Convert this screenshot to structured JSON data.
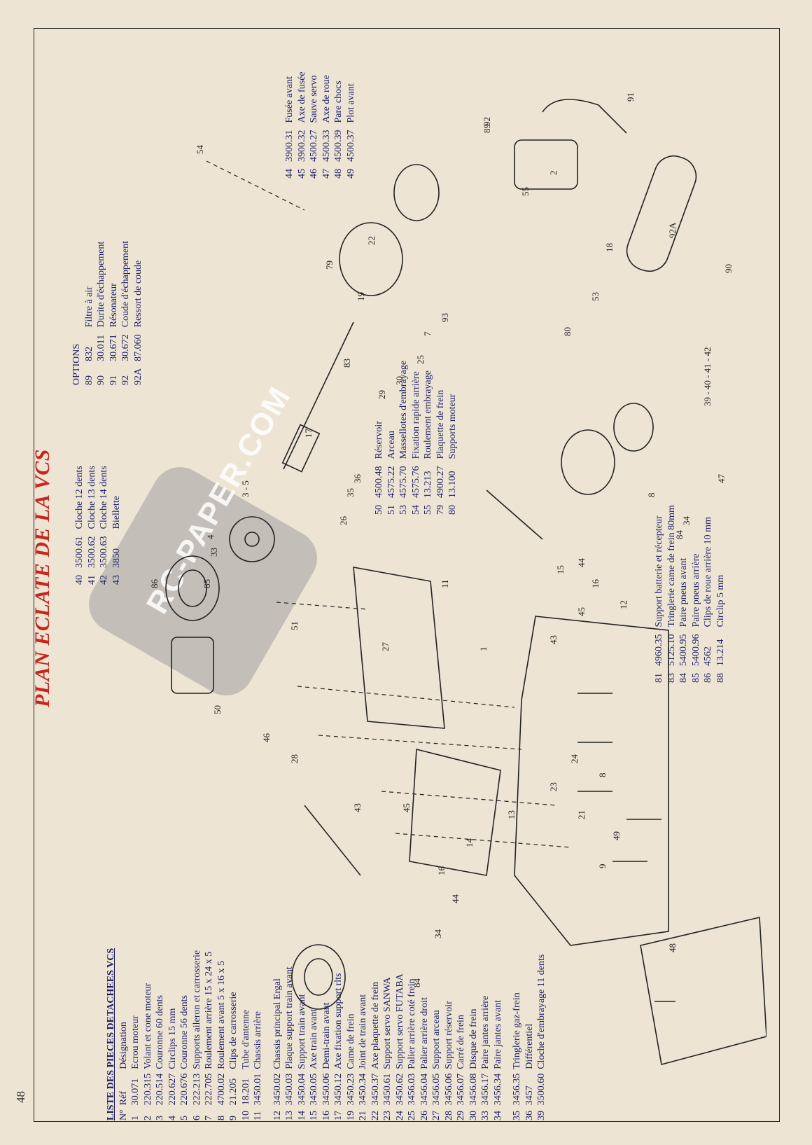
{
  "title": "PLAN ECLATE DE LA VCS",
  "page_number": "48",
  "watermark": "RC-PAPER.COM",
  "parts_list": {
    "heading": "LISTE DES PIECES DETACHEES VCS",
    "col_no": "N°",
    "col_ref": "Réf",
    "col_designation": "Désignation",
    "group1": [
      {
        "no": "1",
        "ref": "30.071",
        "designation": "Ecrou moteur"
      },
      {
        "no": "2",
        "ref": "220.315",
        "designation": "Volant et cone moteur"
      },
      {
        "no": "3",
        "ref": "220.514",
        "designation": "Couronne 60 dents"
      },
      {
        "no": "4",
        "ref": "220.627",
        "designation": "Circlips 15 mm"
      },
      {
        "no": "5",
        "ref": "220.676",
        "designation": "Couronne 56 dents"
      },
      {
        "no": "6",
        "ref": "222.213",
        "designation": "Supports aileron et carrosserie"
      },
      {
        "no": "7",
        "ref": "222.705",
        "designation": "Roulement arrière 15 x 24 x 5"
      },
      {
        "no": "8",
        "ref": "4700.02",
        "designation": "Roulement avant 5 x 16 x 5"
      },
      {
        "no": "9",
        "ref": "21.205",
        "designation": "Clips de carrosserie"
      },
      {
        "no": "10",
        "ref": "18.201",
        "designation": "Tube d'antenne"
      },
      {
        "no": "11",
        "ref": "3450.01",
        "designation": "Chassis arrière"
      }
    ],
    "group2": [
      {
        "no": "12",
        "ref": "3450.02",
        "designation": "Chassis principal Ergal"
      },
      {
        "no": "13",
        "ref": "3450.03",
        "designation": "Plaque support train avant"
      },
      {
        "no": "14",
        "ref": "3450.04",
        "designation": "Support train avant"
      },
      {
        "no": "15",
        "ref": "3450.05",
        "designation": "Axe train avant"
      },
      {
        "no": "16",
        "ref": "3450.06",
        "designation": "Demi-train avant"
      },
      {
        "no": "17",
        "ref": "3450.12",
        "designation": "Axe fixation support rlts"
      },
      {
        "no": "19",
        "ref": "3450.23",
        "designation": "Came de frein"
      },
      {
        "no": "21",
        "ref": "3450.34",
        "designation": "Joint de train avant"
      },
      {
        "no": "22",
        "ref": "3450.37",
        "designation": "Axe plaquette de frein"
      },
      {
        "no": "23",
        "ref": "3450.61",
        "designation": "Support servo SANWA"
      },
      {
        "no": "24",
        "ref": "3450.62",
        "designation": "Support servo FUTABA"
      },
      {
        "no": "25",
        "ref": "3456.03",
        "designation": "Palier arrière coté frein"
      },
      {
        "no": "26",
        "ref": "3456.04",
        "designation": "Palier arrière droit"
      },
      {
        "no": "27",
        "ref": "3456.05",
        "designation": "Support arceau"
      },
      {
        "no": "28",
        "ref": "3456.06",
        "designation": "Support réservoir"
      },
      {
        "no": "29",
        "ref": "3456.07",
        "designation": "Carré de frein"
      },
      {
        "no": "30",
        "ref": "3456.08",
        "designation": "Disque de frein"
      },
      {
        "no": "33",
        "ref": "3456.17",
        "designation": "Paire jantes arrière"
      },
      {
        "no": "34",
        "ref": "3456.34",
        "designation": "Paire jantes avant"
      }
    ],
    "group3": [
      {
        "no": "35",
        "ref": "3456.35",
        "designation": "Tringlerie gaz-frein"
      },
      {
        "no": "36",
        "ref": "3457",
        "designation": "Différentiel"
      },
      {
        "no": "39",
        "ref": "3500.60",
        "designation": "Cloche d'embrayage 11 dents"
      }
    ]
  },
  "block_40": [
    {
      "no": "40",
      "ref": "3500.61",
      "designation": "Cloche 12 dents"
    },
    {
      "no": "41",
      "ref": "3500.62",
      "designation": "Cloche 13 dents"
    },
    {
      "no": "42",
      "ref": "3500.63",
      "designation": "Cloche 14 dents"
    },
    {
      "no": "43",
      "ref": "3850",
      "designation": "Biellette"
    }
  ],
  "block_50": [
    {
      "no": "50",
      "ref": "4500.48",
      "designation": "Réservoir"
    },
    {
      "no": "51",
      "ref": "4575.22",
      "designation": "Arceau"
    },
    {
      "no": "53",
      "ref": "4575.70",
      "designation": "Massellotes d'embrayage"
    },
    {
      "no": "54",
      "ref": "4575.76",
      "designation": "Fixation rapide arrière"
    },
    {
      "no": "55",
      "ref": "13.213",
      "designation": "Roulement embrayage"
    },
    {
      "no": "79",
      "ref": "4900.27",
      "designation": "Plaquette de frein"
    },
    {
      "no": "80",
      "ref": "13.100",
      "designation": "Supports moteur"
    }
  ],
  "block_81": [
    {
      "no": "81",
      "ref": "4960.35",
      "designation": "Support batterie et récepteur"
    },
    {
      "no": "83",
      "ref": "5125.10",
      "designation": "Tringlerie came de frein 80mm"
    },
    {
      "no": "84",
      "ref": "5400.95",
      "designation": "Paire pneus avant"
    },
    {
      "no": "85",
      "ref": "5400.96",
      "designation": "Paire pneus arrière"
    },
    {
      "no": "86",
      "ref": "4562",
      "designation": "Clips de roue arrière 10 mm"
    },
    {
      "no": "88",
      "ref": "13.214",
      "designation": "Circlip 5 mm"
    }
  ],
  "options": {
    "heading": "OPTIONS",
    "items": [
      {
        "no": "89",
        "ref": "832",
        "designation": "Filtre à air"
      },
      {
        "no": "90",
        "ref": "30.011",
        "designation": "Durite d'échappement"
      },
      {
        "no": "91",
        "ref": "30.671",
        "designation": "Résonateur"
      },
      {
        "no": "92",
        "ref": "30.672",
        "designation": "Coude d'échappement"
      },
      {
        "no": "92A",
        "ref": "87.060",
        "designation": "Ressort de coude"
      }
    ]
  },
  "block_44": [
    {
      "no": "44",
      "ref": "3900.31",
      "designation": "Fusée avant"
    },
    {
      "no": "45",
      "ref": "3900.32",
      "designation": "Axe de fusée"
    },
    {
      "no": "46",
      "ref": "4500.27",
      "designation": "Sauve servo"
    },
    {
      "no": "47",
      "ref": "4500.33",
      "designation": "Axe de roue"
    },
    {
      "no": "48",
      "ref": "4500.39",
      "designation": "Pare chocs"
    },
    {
      "no": "49",
      "ref": "4500.37",
      "designation": "Plot avant"
    }
  ],
  "callouts": [
    "54",
    "79",
    "22",
    "19",
    "93",
    "7",
    "25",
    "30",
    "29",
    "83",
    "17",
    "36",
    "35",
    "26",
    "3 - 5",
    "4",
    "33",
    "85",
    "86",
    "51",
    "11",
    "15",
    "12",
    "27",
    "50",
    "28",
    "46",
    "43",
    "45",
    "14",
    "16",
    "44",
    "34",
    "84",
    "13",
    "23",
    "24",
    "8",
    "21",
    "9",
    "49",
    "48",
    "1",
    "2",
    "18",
    "53",
    "55",
    "89",
    "90",
    "91",
    "92",
    "92A",
    "80",
    "39 - 40 - 41 - 42",
    "47",
    "8",
    "34",
    "84",
    "44",
    "16",
    "45",
    "43"
  ]
}
